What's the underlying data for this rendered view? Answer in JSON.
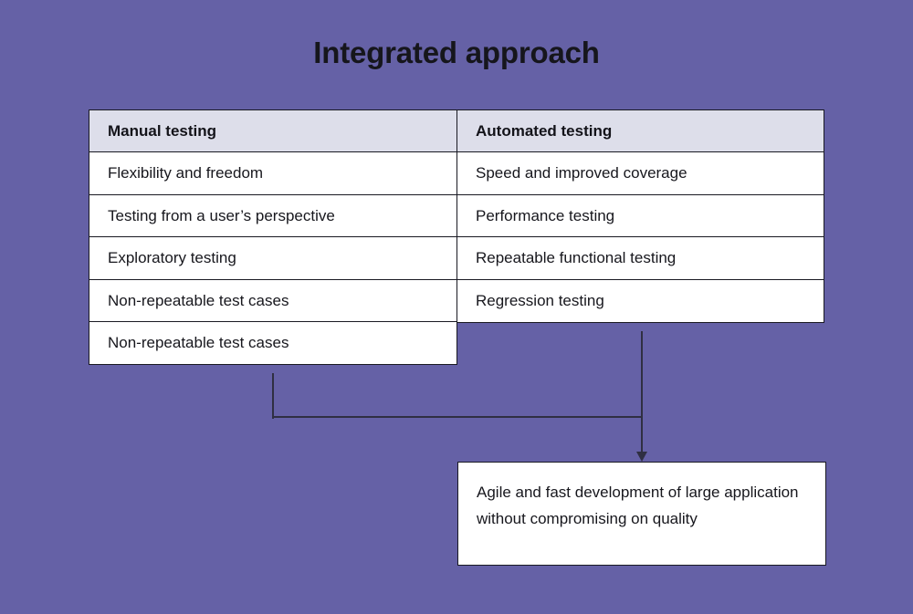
{
  "page": {
    "title": "Integrated approach",
    "background_color": "#6561a6",
    "box_fill_color": "#ffffff",
    "header_fill_color": "#dddeea",
    "border_color": "#191922",
    "text_color": "#17171d",
    "connector_color": "#2f2f42"
  },
  "table": {
    "columns": [
      {
        "header": "Manual testing",
        "rows": [
          "Flexibility and freedom",
          "Testing from a user’s perspective",
          "Exploratory testing",
          "Non-repeatable test cases",
          "Non-repeatable test cases"
        ]
      },
      {
        "header": "Automated testing",
        "rows": [
          "Speed and improved coverage",
          "Performance testing",
          "Repeatable functional testing",
          "Regression testing"
        ]
      }
    ]
  },
  "outcome": {
    "text": "Agile and fast development of large application without compromising on quality"
  },
  "connectors": {
    "arrow_icon": "arrow-down-icon"
  }
}
